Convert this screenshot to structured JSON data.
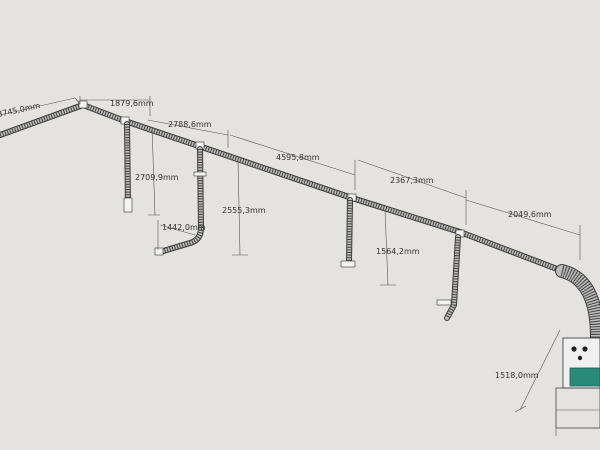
{
  "dimensions": [
    {
      "id": "d1",
      "label": "3745,0mm"
    },
    {
      "id": "d2",
      "label": "1879,6mm"
    },
    {
      "id": "d3",
      "label": "2788,6mm"
    },
    {
      "id": "d4",
      "label": "2709,9mm"
    },
    {
      "id": "d5",
      "label": "1442,0mm"
    },
    {
      "id": "d6",
      "label": "2555,3mm"
    },
    {
      "id": "d7",
      "label": "4595,8mm"
    },
    {
      "id": "d8",
      "label": "2367,3mm"
    },
    {
      "id": "d9",
      "label": "1564,2mm"
    },
    {
      "id": "d10",
      "label": "2049,6mm"
    },
    {
      "id": "d11",
      "label": "1518,0mm"
    }
  ],
  "colors": {
    "background": "#e4e3df",
    "duct": "#bcbcbc",
    "duct_outline": "#3a3a3a",
    "fan_accent": "#2a8a7a"
  }
}
